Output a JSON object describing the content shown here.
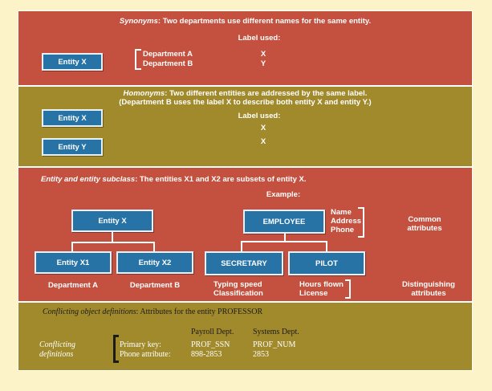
{
  "synonyms": {
    "heading_em": "Synonyms",
    "heading_rest": ": Two departments use different names for the same entity.",
    "label_used": "Label used:",
    "entity": "Entity X",
    "dept_a": "Department A",
    "dept_b": "Department B",
    "label_a": "X",
    "label_b": "Y"
  },
  "homonyms": {
    "heading_em": "Homonyms",
    "heading_rest": ": Two different entities are addressed by the same label.",
    "heading_line2": "(Department B uses the label X to describe both entity X and entity Y.)",
    "label_used": "Label used:",
    "entity_x": "Entity X",
    "entity_y": "Entity Y",
    "label_1": "X",
    "label_2": "X"
  },
  "subclass": {
    "heading_em": "Entity and entity subclass",
    "heading_rest": ": The entities X1 and X2 are subsets of entity X.",
    "example": "Example:",
    "entity_x": "Entity X",
    "entity_x1": "Entity X1",
    "entity_x2": "Entity X2",
    "dept_a": "Department A",
    "dept_b": "Department B",
    "employee": "EMPLOYEE",
    "secretary": "SECRETARY",
    "pilot": "PILOT",
    "common_attrs": [
      "Name",
      "Address",
      "Phone"
    ],
    "common_label": [
      "Common",
      "attributes"
    ],
    "secretary_attrs": [
      "Typing speed",
      "Classification"
    ],
    "pilot_attrs": [
      "Hours flown",
      "License"
    ],
    "distinguishing_label": [
      "Distinguishing",
      "attributes"
    ]
  },
  "conflicting": {
    "heading_em": "Conflicting object definitions",
    "heading_rest": ": Attributes for the entity PROFESSOR",
    "label": [
      "Conflicting",
      "definitions"
    ],
    "row_labels": [
      "Primary key:",
      "Phone attribute:"
    ],
    "col_payroll": "Payroll Dept.",
    "col_systems": "Systems Dept.",
    "payroll_values": [
      "PROF_SSN",
      "898-2853"
    ],
    "systems_values": [
      "PROF_NUM",
      "2853"
    ]
  },
  "colors": {
    "page_bg": "#fdf3c8",
    "red_panel": "#c4513f",
    "olive_panel": "#a18a2b",
    "entity_box": "#2873a6"
  }
}
